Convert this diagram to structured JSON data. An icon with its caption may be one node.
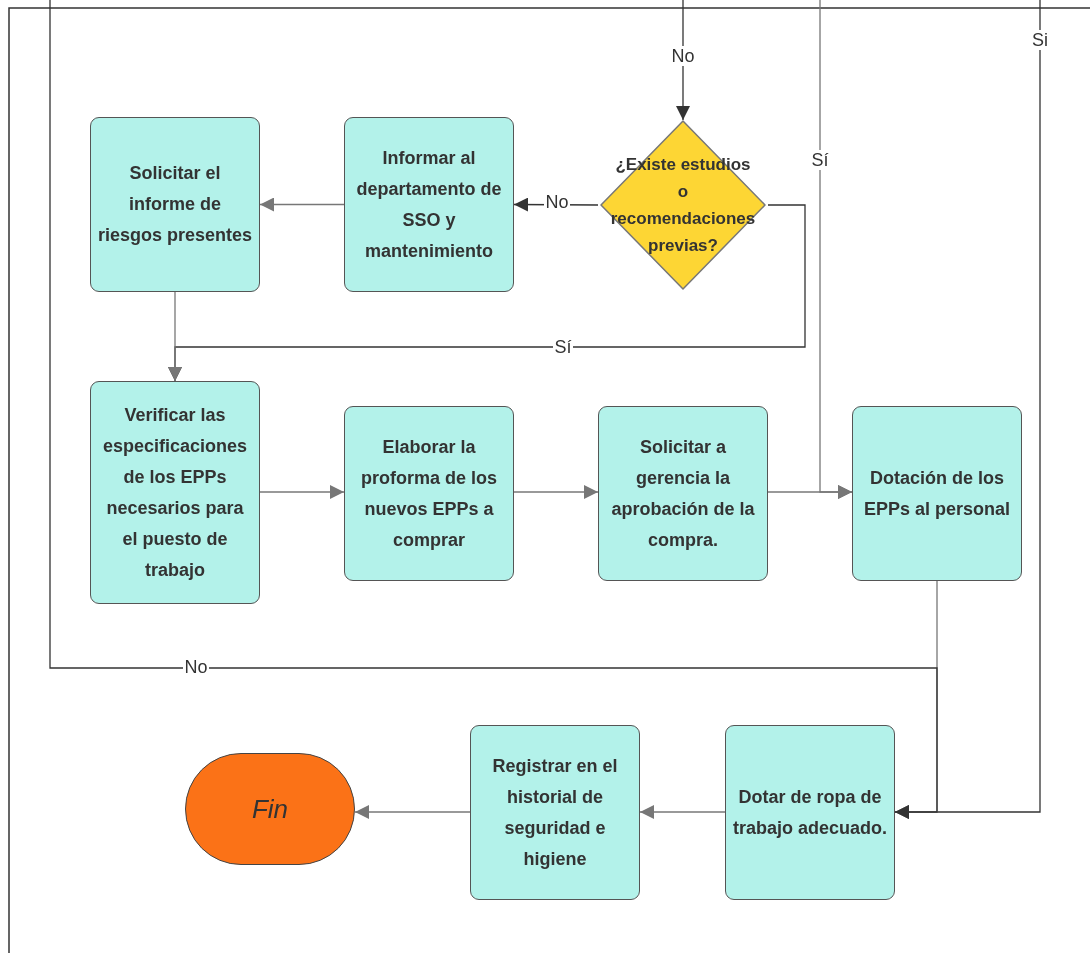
{
  "diagram": {
    "nodes": [
      {
        "text": [
          "Solicitar el informe de riesgos presentes"
        ]
      },
      {
        "text": [
          "Informar al departamento de SSO y mantenimiento"
        ]
      },
      {
        "text": [
          "¿Existe estudios o recomendaciones previas?"
        ]
      },
      {
        "text": [
          "Verificar las especificaciones de los EPPs necesarios para el puesto de trabajo"
        ]
      },
      {
        "text": [
          "Elaborar la proforma de los nuevos EPPs a comprar"
        ]
      },
      {
        "text": [
          "Solicitar a gerencia la aprobación de la compra."
        ]
      },
      {
        "text": [
          "Dotación de los EPPs al personal"
        ]
      },
      {
        "text": [
          "Fin"
        ]
      },
      {
        "text": [
          "Registrar en el historial de seguridad e higiene"
        ]
      },
      {
        "text": [
          "Dotar de ropa de trabajo adecuado."
        ]
      }
    ],
    "edges": [
      {
        "from": null,
        "to": 2,
        "arrow": "to",
        "label": "No",
        "color": "#333333"
      },
      {
        "from": 2,
        "to": 1,
        "arrow": "to",
        "label": "No",
        "color": "#333333"
      },
      {
        "from": 1,
        "to": 0,
        "arrow": "to"
      },
      {
        "from": 2,
        "to": 3,
        "arrow": "to",
        "label": "Sí",
        "color": "#333333"
      },
      {
        "from": 0,
        "to": 3,
        "arrow": "to"
      },
      {
        "from": 3,
        "to": 4,
        "arrow": "to"
      },
      {
        "from": 4,
        "to": 5,
        "arrow": "to"
      },
      {
        "from": 5,
        "to": 6,
        "arrow": "to"
      },
      {
        "from": null,
        "to": 6,
        "arrow": "to",
        "label": "Sí"
      },
      {
        "from": null,
        "to": 9,
        "arrow": "to",
        "label": "Si",
        "color": "#333333"
      },
      {
        "from": 6,
        "to": 9,
        "arrow": "to"
      },
      {
        "from": null,
        "to": 9,
        "arrow": "to",
        "label": "No",
        "color": "#333333"
      },
      {
        "from": 9,
        "to": 8,
        "arrow": "to"
      },
      {
        "from": 8,
        "to": 7,
        "arrow": "to"
      }
    ]
  }
}
